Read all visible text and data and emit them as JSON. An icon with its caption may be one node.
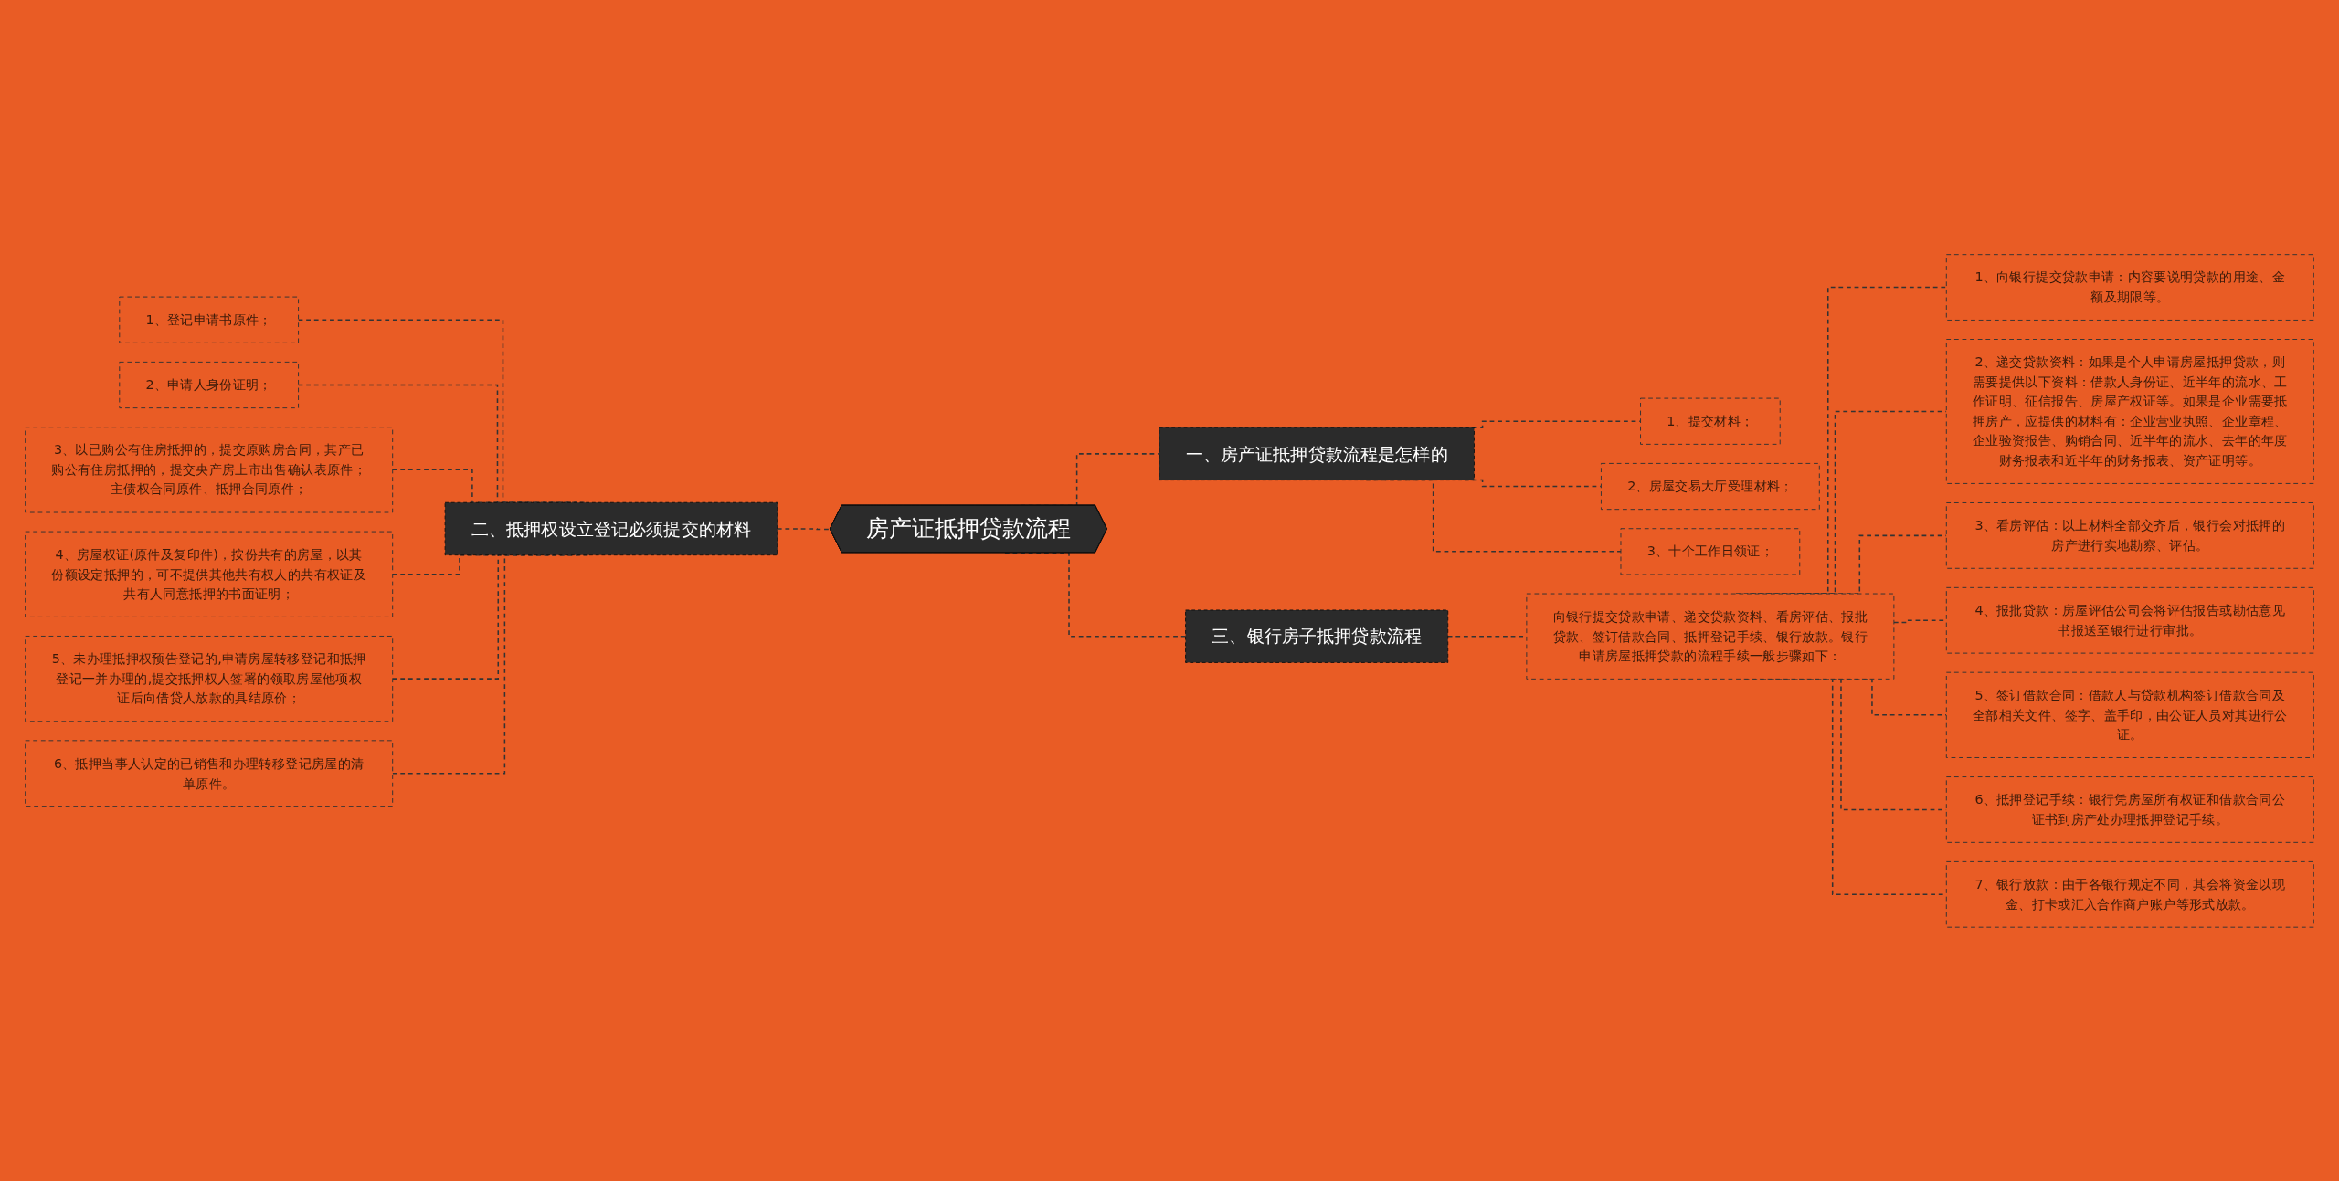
{
  "diagram": {
    "nodes": [
      {
        "text": [
          "房产证抵押贷款流程"
        ]
      },
      {
        "text": [
          "一、房产证抵押贷款流程是怎样的"
        ]
      },
      {
        "text": [
          "1、提交材料；"
        ]
      },
      {
        "text": [
          "2、房屋交易大厅受理材料；"
        ]
      },
      {
        "text": [
          "3、十个工作日领证；"
        ]
      },
      {
        "text": [
          "二、抵押权设立登记必须提交的材料"
        ]
      },
      {
        "text": [
          "1、登记申请书原件；"
        ]
      },
      {
        "text": [
          "2、申请人身份证明；"
        ]
      },
      {
        "text": [
          "3、以已购公有住房抵押的，提交原购房合同，其产已购公有住房抵押的，提交央产房上市出售确认表原件；主债权合同原件、抵押合同原件；"
        ]
      },
      {
        "text": [
          "4、房屋权证(原件及复印件)，按份共有的房屋，以其份额设定抵押的，可不提供其他共有权人的共有权证及共有人同意抵押的书面证明；"
        ]
      },
      {
        "text": [
          "5、未办理抵押权预告登记的,申请房屋转移登记和抵押登记一并办理的,提交抵押权人签署的领取房屋他项权证后向借贷人放款的具结原价；"
        ]
      },
      {
        "text": [
          "6、抵押当事人认定的已销售和办理转移登记房屋的清单原件。"
        ]
      },
      {
        "text": [
          "三、银行房子抵押贷款流程"
        ]
      },
      {
        "text": [
          "向银行提交贷款申请、递交贷款资料、看房评估、报批贷款、签订借款合同、抵押登记手续、银行放款。银行申请房屋抵押贷款的流程手续一般步骤如下："
        ]
      },
      {
        "text": [
          "1、向银行提交贷款申请：内容要说明贷款的用途、金额及期限等。"
        ]
      },
      {
        "text": [
          "2、递交贷款资料：如果是个人申请房屋抵押贷款，则需要提供以下资料：借款人身份证、近半年的流水、工作证明、征信报告、房屋产权证等。如果是企业需要抵押房产，应提供的材料有：企业营业执照、企业章程、企业验资报告、购销合同、近半年的流水、去年的年度财务报表和近半年的财务报表、资产证明等。"
        ]
      },
      {
        "text": [
          "3、看房评估：以上材料全部交齐后，银行会对抵押的房产进行实地勘察、评估。"
        ]
      },
      {
        "text": [
          "4、报批贷款：房屋评估公司会将评估报告或勘估意见书报送至银行进行审批。"
        ]
      },
      {
        "text": [
          "5、签订借款合同：借款人与贷款机构签订借款合同及全部相关文件、签字、盖手印，由公证人员对其进行公证。"
        ]
      },
      {
        "text": [
          "6、抵押登记手续：银行凭房屋所有权证和借款合同公证书到房产处办理抵押登记手续。"
        ]
      },
      {
        "text": [
          "7、银行放款：由于各银行规定不同，其会将资金以现金、打卡或汇入合作商户账户等形式放款。"
        ]
      }
    ],
    "edges": [
      {
        "from": 0,
        "to": 1,
        "arrow": "none",
        "style": "dashed"
      },
      {
        "from": 1,
        "to": 2,
        "arrow": "none",
        "style": "dashed"
      },
      {
        "from": 1,
        "to": 3,
        "arrow": "none",
        "style": "dashed"
      },
      {
        "from": 1,
        "to": 4,
        "arrow": "none",
        "style": "dashed"
      },
      {
        "from": 5,
        "to": 0,
        "arrow": "none",
        "style": "dashed"
      },
      {
        "from": 6,
        "to": 5,
        "arrow": "none",
        "style": "dashed"
      },
      {
        "from": 7,
        "to": 5,
        "arrow": "none",
        "style": "dashed"
      },
      {
        "from": 8,
        "to": 5,
        "arrow": "none",
        "style": "dashed"
      },
      {
        "from": 9,
        "to": 5,
        "arrow": "none",
        "style": "dashed"
      },
      {
        "from": 10,
        "to": 5,
        "arrow": "none",
        "style": "dashed"
      },
      {
        "from": 11,
        "to": 5,
        "arrow": "none",
        "style": "dashed"
      },
      {
        "from": 0,
        "to": 12,
        "arrow": "none",
        "style": "dashed"
      },
      {
        "from": 12,
        "to": 13,
        "arrow": "none",
        "style": "dashed"
      },
      {
        "from": 13,
        "to": 14,
        "arrow": "none",
        "style": "dashed"
      },
      {
        "from": 13,
        "to": 15,
        "arrow": "none",
        "style": "dashed"
      },
      {
        "from": 13,
        "to": 16,
        "arrow": "none",
        "style": "dashed"
      },
      {
        "from": 13,
        "to": 17,
        "arrow": "none",
        "style": "dashed"
      },
      {
        "from": 13,
        "to": 18,
        "arrow": "none",
        "style": "dashed"
      },
      {
        "from": 13,
        "to": 19,
        "arrow": "none",
        "style": "dashed"
      },
      {
        "from": 13,
        "to": 20,
        "arrow": "none",
        "style": "dashed"
      }
    ]
  }
}
